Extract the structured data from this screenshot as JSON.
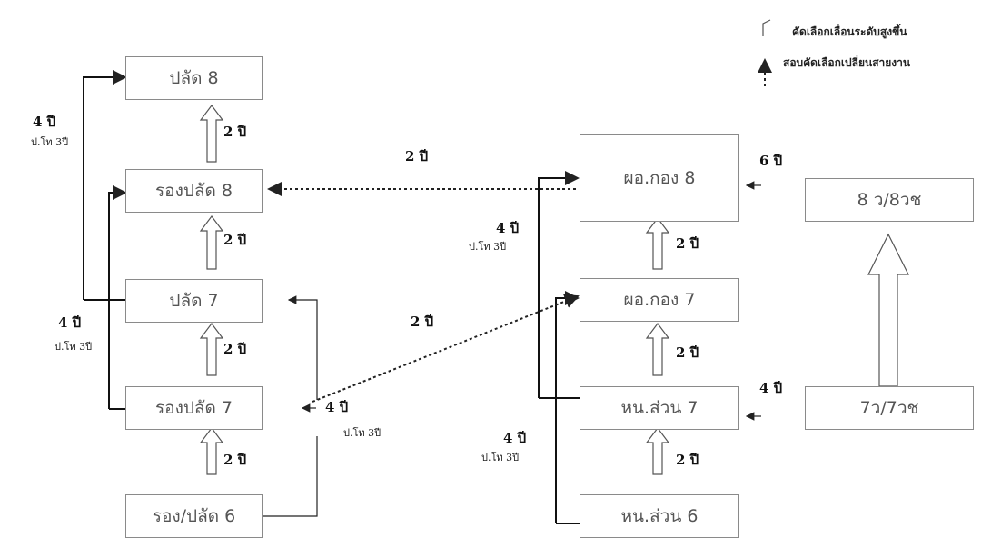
{
  "legend": {
    "promotion": "คัดเลือกเลื่อนระดับสูงขึ้น",
    "transfer": "สอบคัดเลือกเปลี่ยนสายงาน"
  },
  "boxes": {
    "palad8": "ปลัด 8",
    "rongpalad8": "รองปลัด 8",
    "palad7": "ปลัด 7",
    "rongpalad7": "รองปลัด 7",
    "rongpalad6": "รอง/ปลัด 6",
    "porgong8": "ผอ.กอง 8",
    "porgong7": "ผอ.กอง 7",
    "hnsuan7": "หน.ส่วน 7",
    "hnsuan6": "หน.ส่วน 6",
    "v8": "8 ว/8วช",
    "v7": "7ว/7วช"
  },
  "labels": {
    "four_year": "4 ปี",
    "two_year": "2 ปี",
    "six_year": "6 ปี",
    "note": "ป.โท 3ปี"
  }
}
